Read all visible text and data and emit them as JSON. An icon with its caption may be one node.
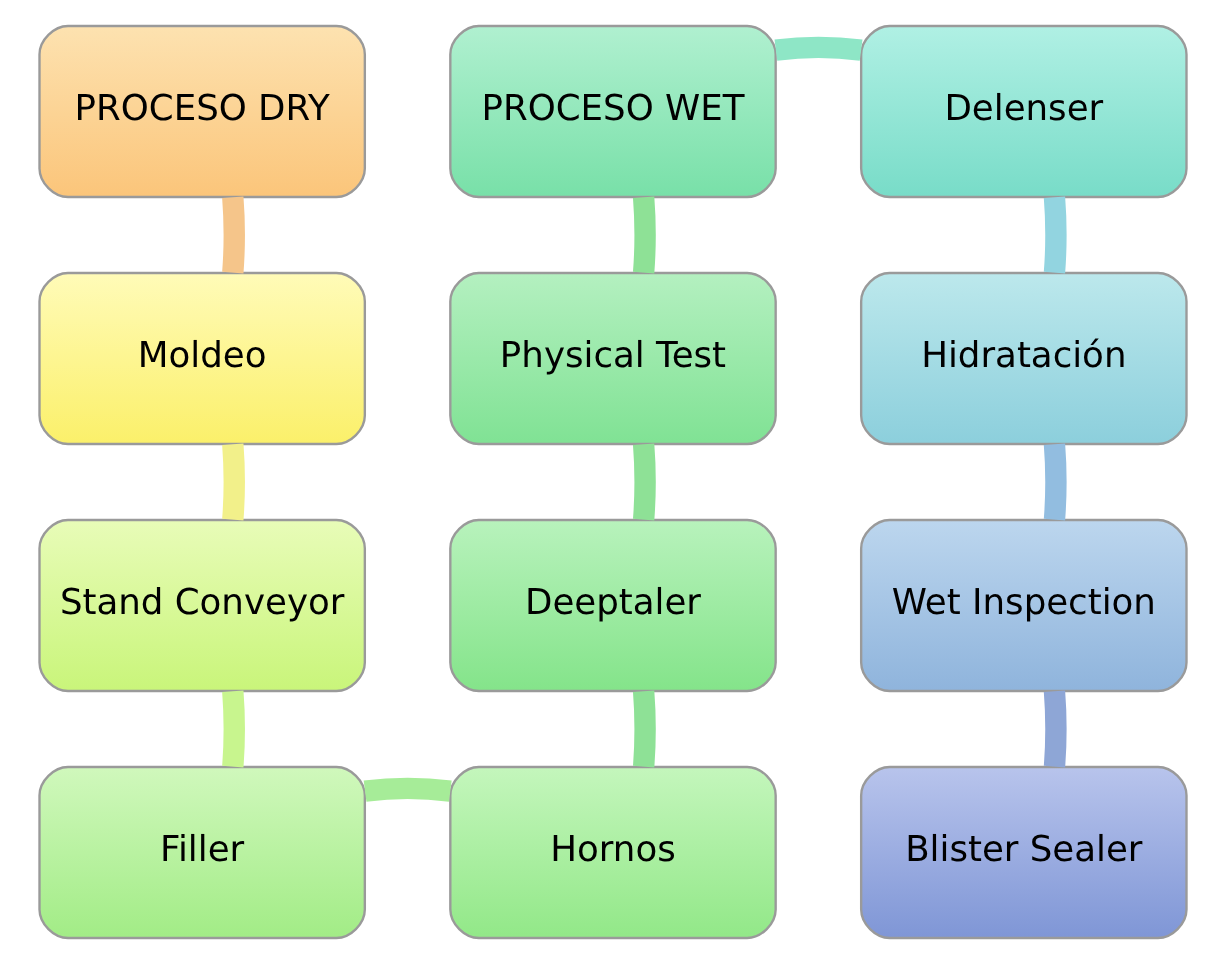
{
  "diagram": {
    "nodes": [
      {
        "text": [
          "PROCESO DRY"
        ]
      },
      {
        "text": [
          "Moldeo"
        ]
      },
      {
        "text": [
          "Stand Conveyor"
        ]
      },
      {
        "text": [
          "Filler"
        ]
      },
      {
        "text": [
          "Hornos"
        ]
      },
      {
        "text": [
          "Deeptaler"
        ]
      },
      {
        "text": [
          "Physical Test"
        ]
      },
      {
        "text": [
          "PROCESO WET"
        ]
      },
      {
        "text": [
          "Delenser"
        ]
      },
      {
        "text": [
          "Hidratación"
        ]
      },
      {
        "text": [
          "Wet Inspection"
        ]
      },
      {
        "text": [
          "Blister Sealer"
        ]
      }
    ],
    "edges": [
      {
        "from": 0,
        "to": 1,
        "arrow": "none",
        "color": "#f5c58a"
      },
      {
        "from": 1,
        "to": 2,
        "arrow": "none",
        "color": "#f2f08a"
      },
      {
        "from": 2,
        "to": 3,
        "arrow": "none",
        "color": "#c8f58e"
      },
      {
        "from": 3,
        "to": 4,
        "arrow": "none",
        "color": "#a6ec98"
      },
      {
        "from": 4,
        "to": 5,
        "arrow": "none",
        "color": "#8ee196"
      },
      {
        "from": 5,
        "to": 6,
        "arrow": "none",
        "color": "#8ee196"
      },
      {
        "from": 6,
        "to": 7,
        "arrow": "none",
        "color": "#8ee196"
      },
      {
        "from": 7,
        "to": 8,
        "arrow": "none",
        "color": "#8ee6c6"
      },
      {
        "from": 8,
        "to": 9,
        "arrow": "none",
        "color": "#92d4e0"
      },
      {
        "from": 9,
        "to": 10,
        "arrow": "none",
        "color": "#92bde0"
      },
      {
        "from": 10,
        "to": 11,
        "arrow": "none",
        "color": "#8ea6d6"
      }
    ]
  }
}
